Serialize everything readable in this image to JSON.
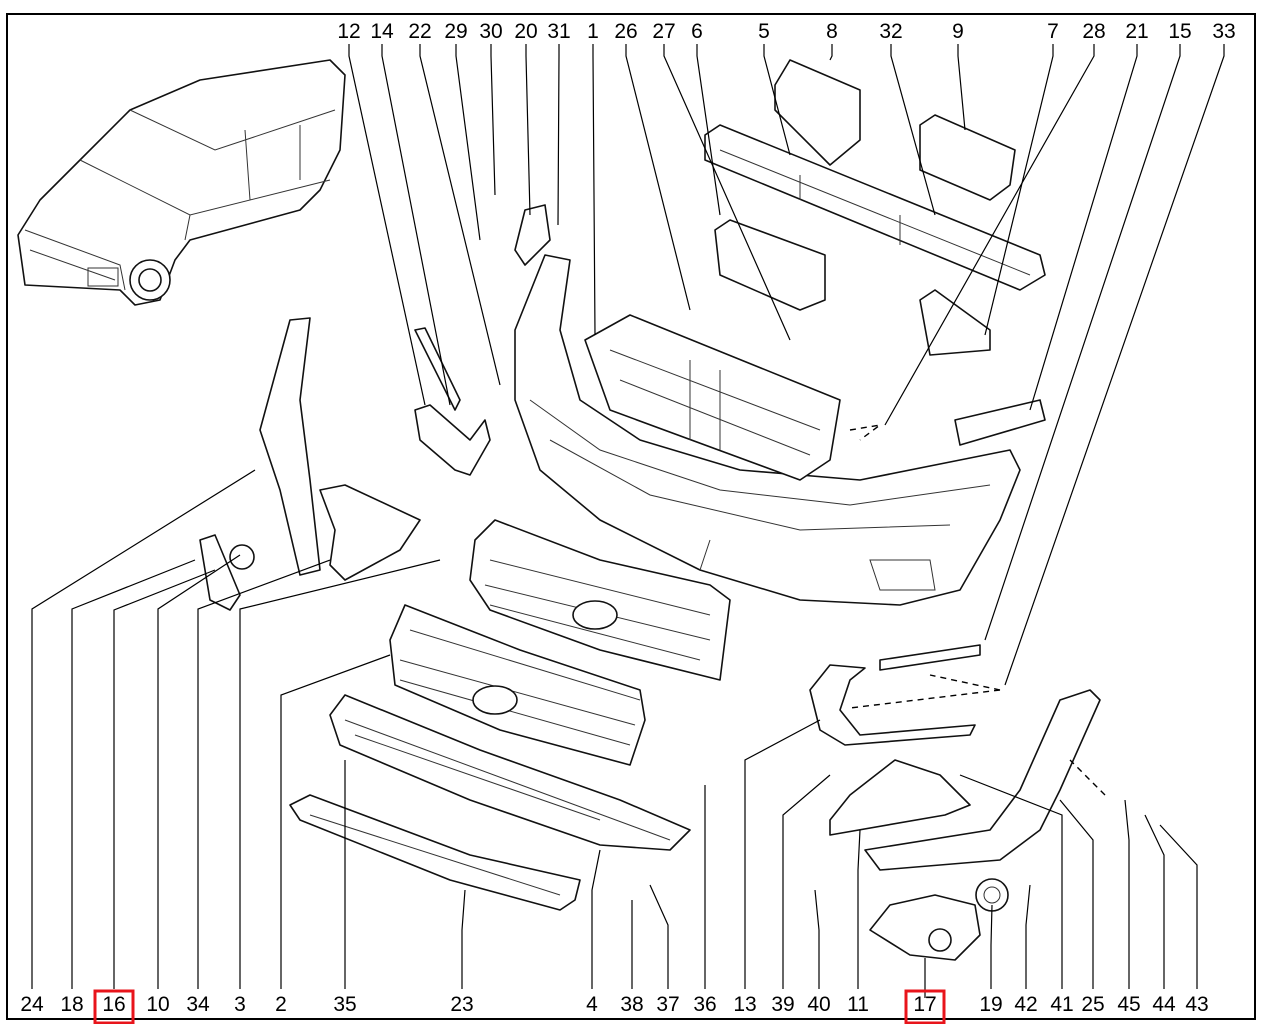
{
  "diagram": {
    "title": "Front bumper assembly exploded view",
    "highlight_color": "#e8141b",
    "top_labels": [
      "12",
      "14",
      "22",
      "29",
      "30",
      "20",
      "31",
      "1",
      "26",
      "27",
      "6",
      "5",
      "8",
      "32",
      "9",
      "7",
      "28",
      "21",
      "15",
      "33"
    ],
    "bottom_labels": [
      "24",
      "18",
      "16",
      "10",
      "34",
      "3",
      "2",
      "35",
      "23",
      "4",
      "38",
      "37",
      "36",
      "13",
      "39",
      "40",
      "11",
      "17",
      "19",
      "42",
      "41",
      "25",
      "45",
      "44",
      "43"
    ],
    "highlighted_labels": [
      "16",
      "17"
    ]
  }
}
